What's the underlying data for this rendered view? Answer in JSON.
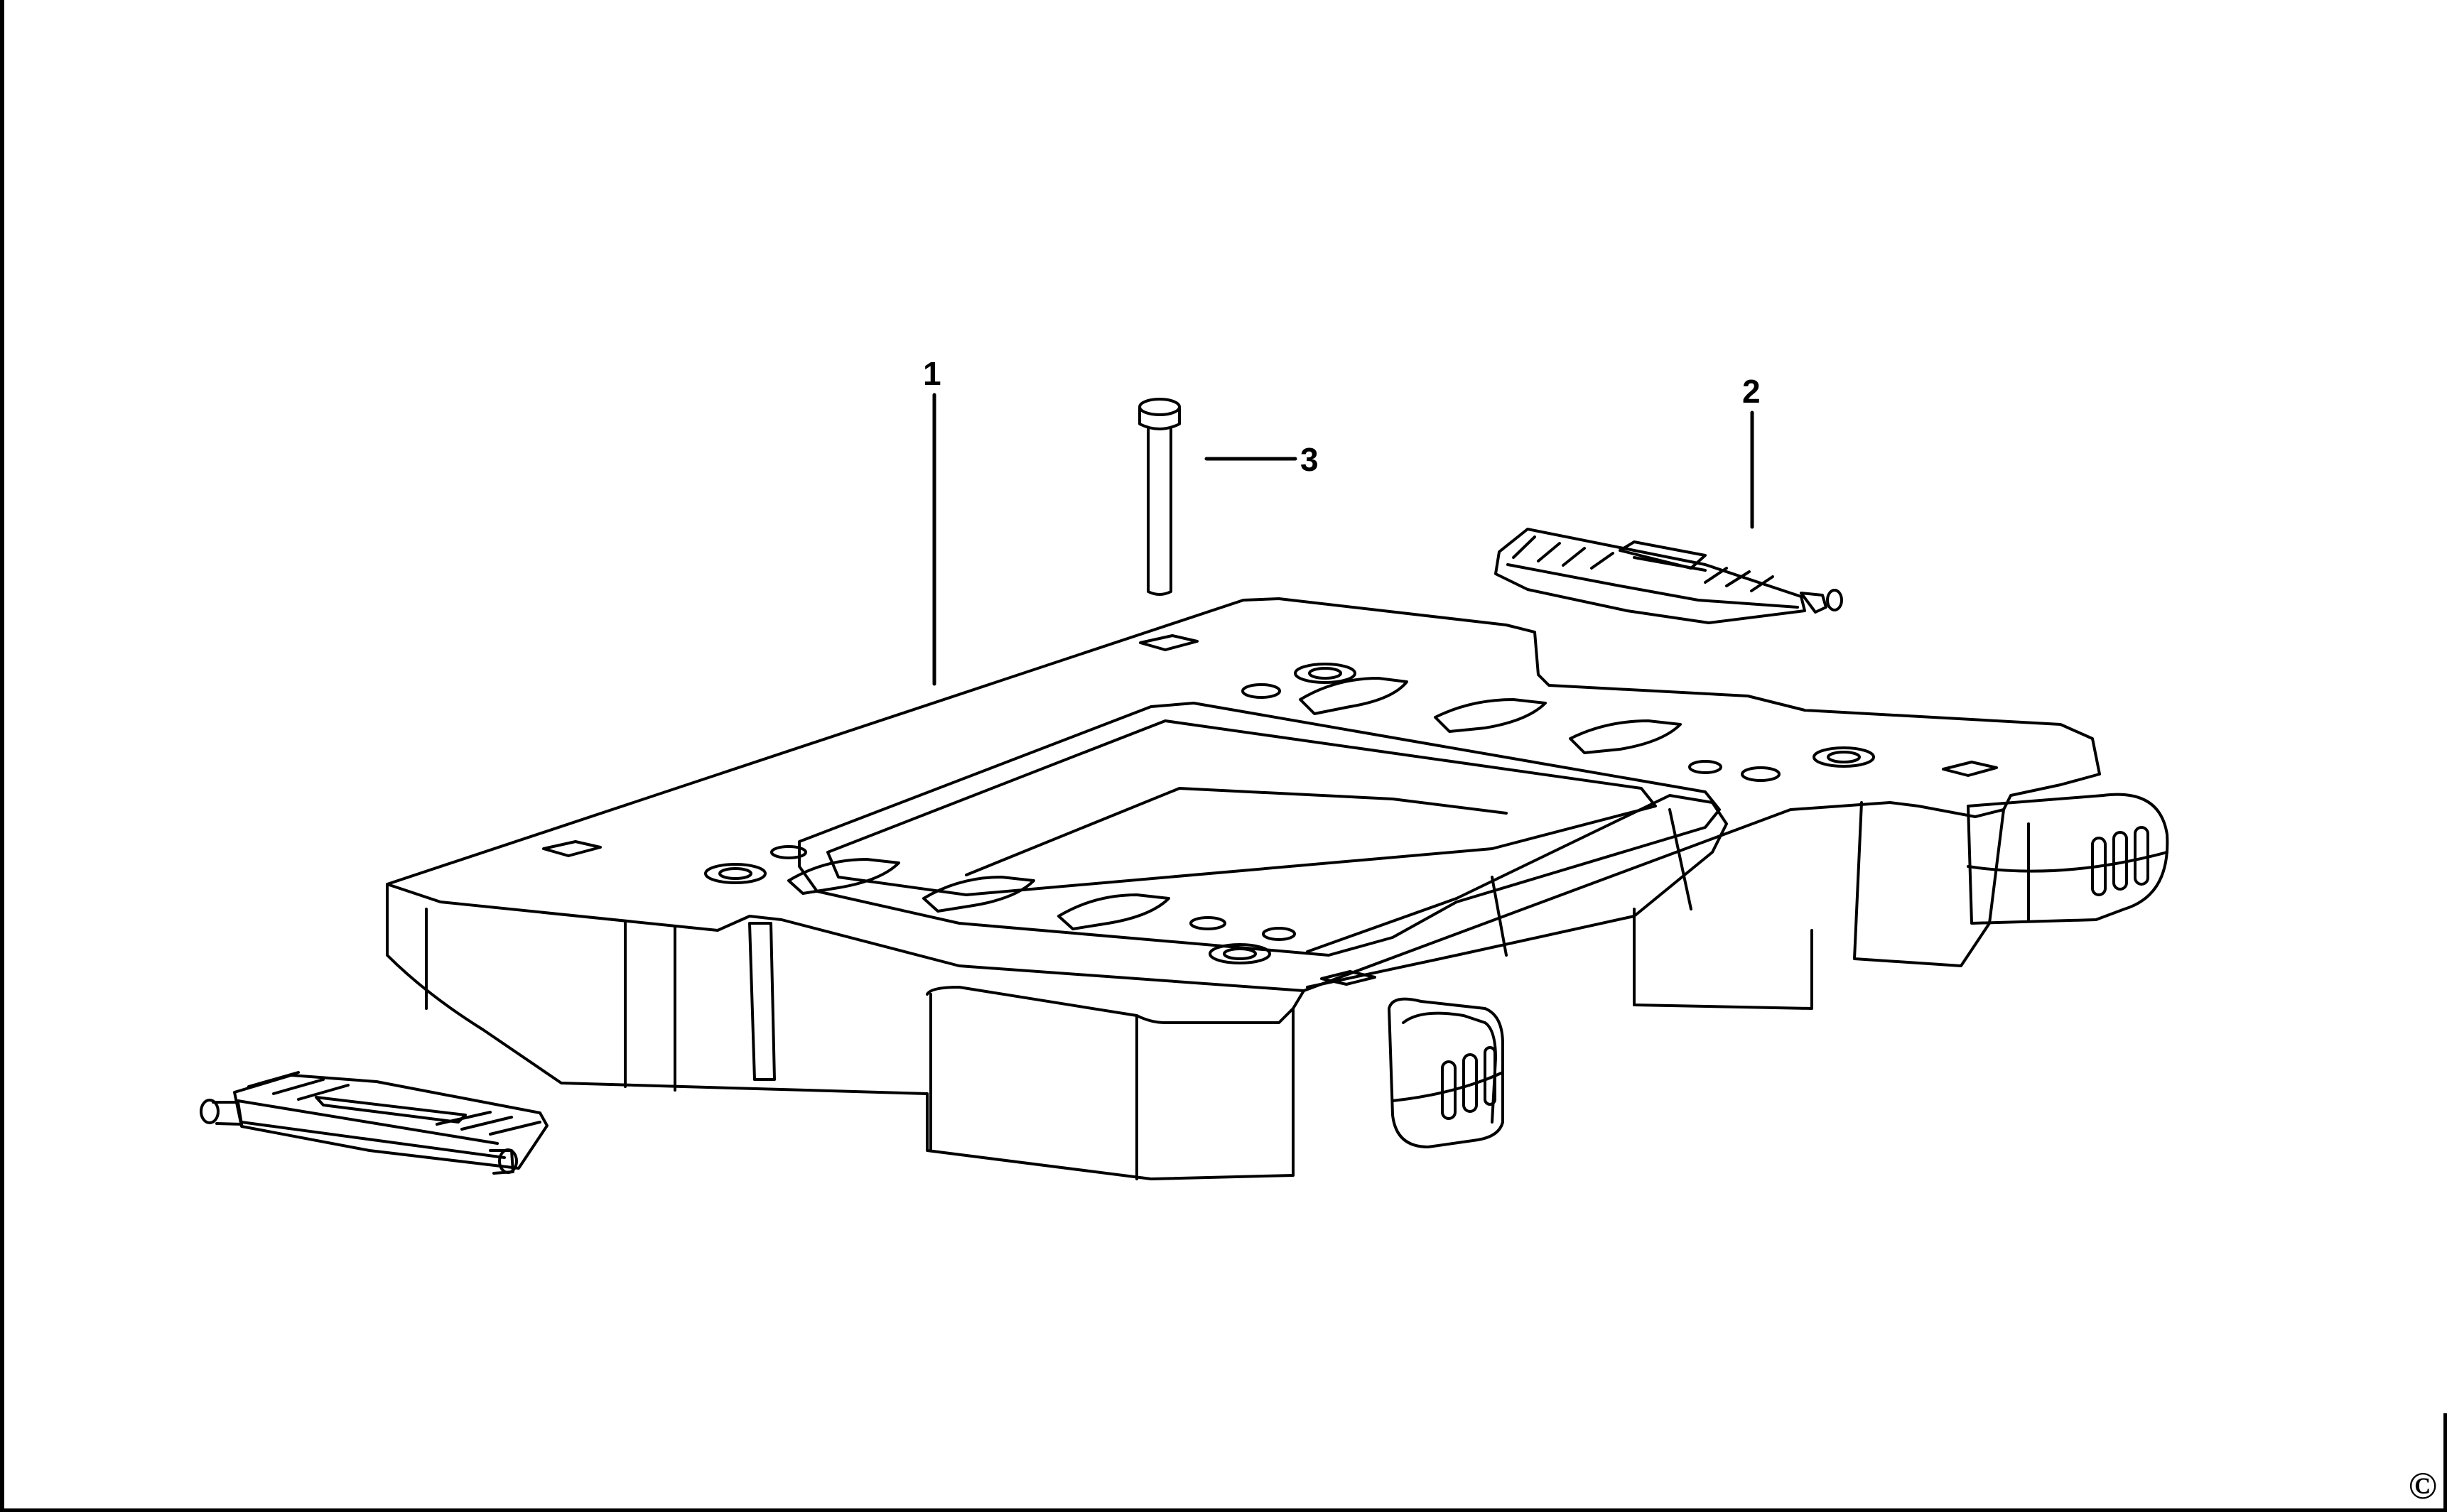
{
  "diagram": {
    "type": "exploded-parts-diagram",
    "background": "#ffffff",
    "line_color": "#000000",
    "parts": [
      {
        "number": "1",
        "description": "base plate / main body"
      },
      {
        "number": "2",
        "description": "latch clip"
      },
      {
        "number": "3",
        "description": "pin"
      }
    ],
    "callouts": {
      "one": "1",
      "two": "2",
      "three": "3"
    },
    "copyright_symbol": "©"
  }
}
